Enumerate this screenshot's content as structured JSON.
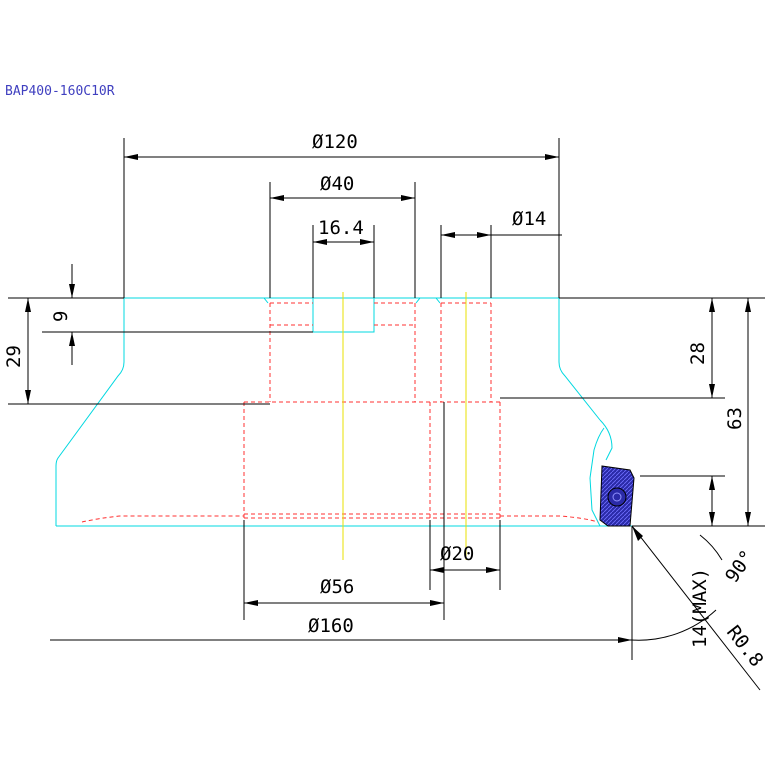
{
  "title": "BAP400-160C10R",
  "colors": {
    "title": "#4040c0",
    "outline": "#00d8e0",
    "hidden": "#ff3030",
    "centerline": "#e8e000",
    "dimension": "#000000",
    "insert": "#2a2aa8"
  },
  "dimensions": {
    "d120": "Ø120",
    "d40": "Ø40",
    "w16_4": "16.4",
    "d14": "Ø14",
    "h9": "9",
    "h29": "29",
    "h28": "28",
    "h63": "63",
    "d20": "Ø20",
    "d56": "Ø56",
    "d160": "Ø160",
    "h14max": "14(MAX)",
    "ang90": "90°",
    "r08": "R0.8"
  }
}
